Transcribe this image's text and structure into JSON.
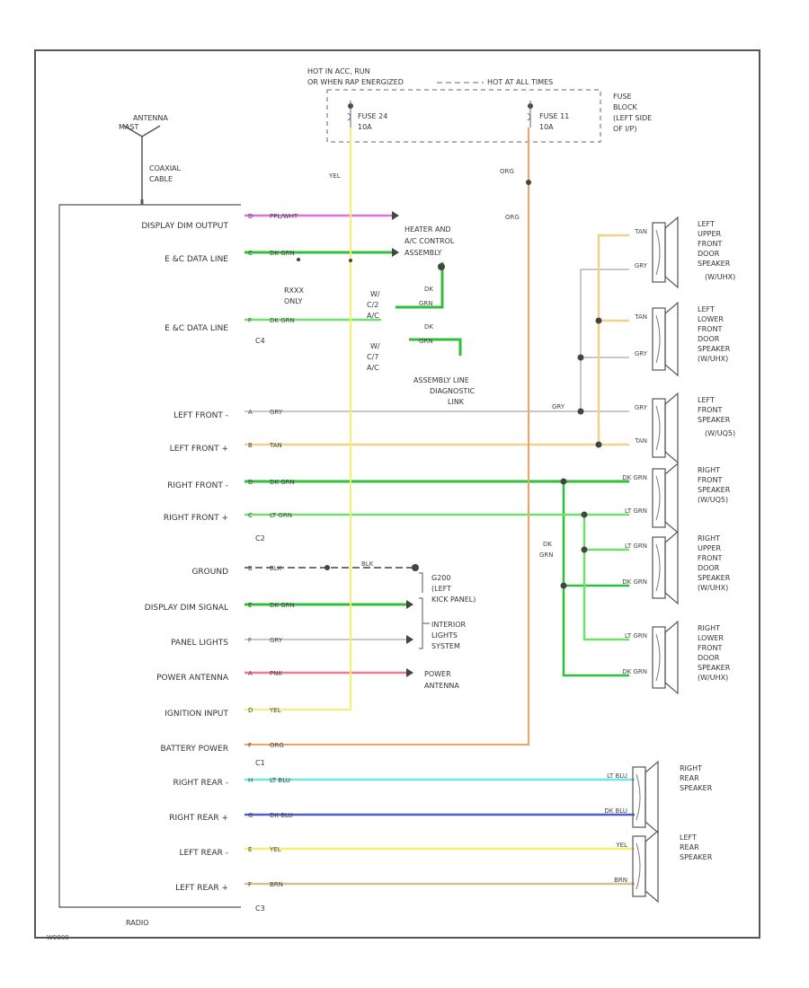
{
  "diagram": {
    "footer_code": "W0000",
    "power": {
      "hot_left": [
        "HOT IN ACC, RUN",
        "OR WHEN RAP ENERGIZED"
      ],
      "hot_right": "HOT AT ALL TIMES",
      "fuse_a": [
        "FUSE 24",
        "10A"
      ],
      "fuse_b": [
        "FUSE 11",
        "10A"
      ],
      "fuse_block": [
        "FUSE",
        "BLOCK",
        "(LEFT SIDE",
        "OF I/P)"
      ]
    },
    "antenna": {
      "label": [
        "ANTENNA",
        "MAST"
      ],
      "cable": [
        "COAXIAL",
        "CABLE"
      ]
    },
    "radio": {
      "title": "RADIO",
      "pins": [
        {
          "label": "DISPLAY DIM OUTPUT",
          "pin": "D",
          "wire": "PPL/WHT"
        },
        {
          "label": "E &C DATA LINE",
          "pin": "C",
          "wire": "DK GRN"
        },
        {
          "label": "E &C DATA LINE",
          "pin": "F",
          "wire": "DK GRN"
        },
        {
          "label": "LEFT FRONT -",
          "pin": "A",
          "wire": "GRY"
        },
        {
          "label": "LEFT FRONT +",
          "pin": "B",
          "wire": "TAN"
        },
        {
          "label": "RIGHT FRONT -",
          "pin": "D",
          "wire": "DK GRN"
        },
        {
          "label": "RIGHT FRONT +",
          "pin": "C",
          "wire": "LT GRN"
        },
        {
          "label": "GROUND",
          "pin": "B",
          "wire": "BLK"
        },
        {
          "label": "DISPLAY DIM SIGNAL",
          "pin": "E",
          "wire": "DK GRN"
        },
        {
          "label": "PANEL LIGHTS",
          "pin": "F",
          "wire": "GRY"
        },
        {
          "label": "POWER ANTENNA",
          "pin": "A",
          "wire": "PNK"
        },
        {
          "label": "IGNITION INPUT",
          "pin": "D",
          "wire": "YEL"
        },
        {
          "label": "BATTERY POWER",
          "pin": "F",
          "wire": "ORG"
        },
        {
          "label": "RIGHT REAR -",
          "pin": "H",
          "wire": "LT BLU"
        },
        {
          "label": "RIGHT REAR +",
          "pin": "G",
          "wire": "DK BLU"
        },
        {
          "label": "LEFT REAR -",
          "pin": "E",
          "wire": "YEL"
        },
        {
          "label": "LEFT REAR +",
          "pin": "F",
          "wire": "BRN"
        }
      ],
      "connectors": [
        "C4",
        "C2",
        "C1",
        "C3"
      ]
    },
    "components": {
      "heater_ac": [
        "HEATER AND",
        "A/C CONTROL",
        "ASSEMBLY"
      ],
      "only_note": [
        "RXXX",
        "ONLY"
      ],
      "c2_ac": [
        "W/",
        "C/2",
        "A/C"
      ],
      "c7_ac": [
        "W/",
        "C/7",
        "A/C"
      ],
      "dk_grn_a": [
        "DK",
        "GRN"
      ],
      "dk_grn_b": [
        "DK",
        "GRN"
      ],
      "aldl": [
        "ASSEMBLY LINE",
        "DIAGNOSTIC",
        "LINK"
      ],
      "ground": [
        "G200",
        "(LEFT",
        "KICK PANEL)"
      ],
      "interior": [
        "INTERIOR",
        "LIGHTS",
        "SYSTEM"
      ],
      "power_antenna": [
        "POWER",
        "ANTENNA"
      ],
      "dk_grn_vert": [
        "DK",
        "GRN"
      ]
    },
    "wire_labels": {
      "yel": "YEL",
      "org": "ORG",
      "grn_short": "GRY",
      "blk": "BLK"
    },
    "speakers": [
      {
        "name": [
          "LEFT",
          "UPPER",
          "FRONT",
          "DOOR",
          "SPEAKER"
        ],
        "note": "(W/UHX)",
        "w1": "TAN",
        "w2": "GRY"
      },
      {
        "name": [
          "LEFT",
          "LOWER",
          "FRONT",
          "DOOR",
          "SPEAKER",
          "(W/UHX)"
        ],
        "note": "",
        "w1": "TAN",
        "w2": "GRY"
      },
      {
        "name": [
          "LEFT",
          "FRONT",
          "SPEAKER"
        ],
        "note": "(W/UQ5)",
        "w1": "GRY",
        "w2": "TAN"
      },
      {
        "name": [
          "RIGHT",
          "FRONT",
          "SPEAKER",
          "(W/UQ5)"
        ],
        "note": "",
        "w1": "DK GRN",
        "w2": "LT GRN"
      },
      {
        "name": [
          "RIGHT",
          "UPPER",
          "FRONT",
          "DOOR",
          "SPEAKER",
          "(W/UHX)"
        ],
        "note": "",
        "w1": "LT GRN",
        "w2": "DK GRN"
      },
      {
        "name": [
          "RIGHT",
          "LOWER",
          "FRONT",
          "DOOR",
          "SPEAKER",
          "(W/UHX)"
        ],
        "note": "",
        "w1": "LT GRN",
        "w2": "DK GRN"
      },
      {
        "name": [
          "RIGHT",
          "REAR",
          "SPEAKER"
        ],
        "note": "",
        "w1": "LT BLU",
        "w2": "DK BLU"
      },
      {
        "name": [
          "LEFT",
          "REAR",
          "SPEAKER"
        ],
        "note": "",
        "w1": "YEL",
        "w2": "BRN"
      }
    ],
    "colors": {
      "ppl": "#e070e0",
      "dkgrn": "#2fbf3a",
      "ltgrn": "#6fe06a",
      "gry": "#b5b5b5",
      "tan": "#f5cf84",
      "yel": "#f7f06a",
      "org": "#f4a060",
      "pnk": "#f27a90",
      "ltblu": "#6fe6e6",
      "dkblu": "#4d5fcc",
      "brn": "#d6c18c",
      "blk": "#444444"
    }
  }
}
